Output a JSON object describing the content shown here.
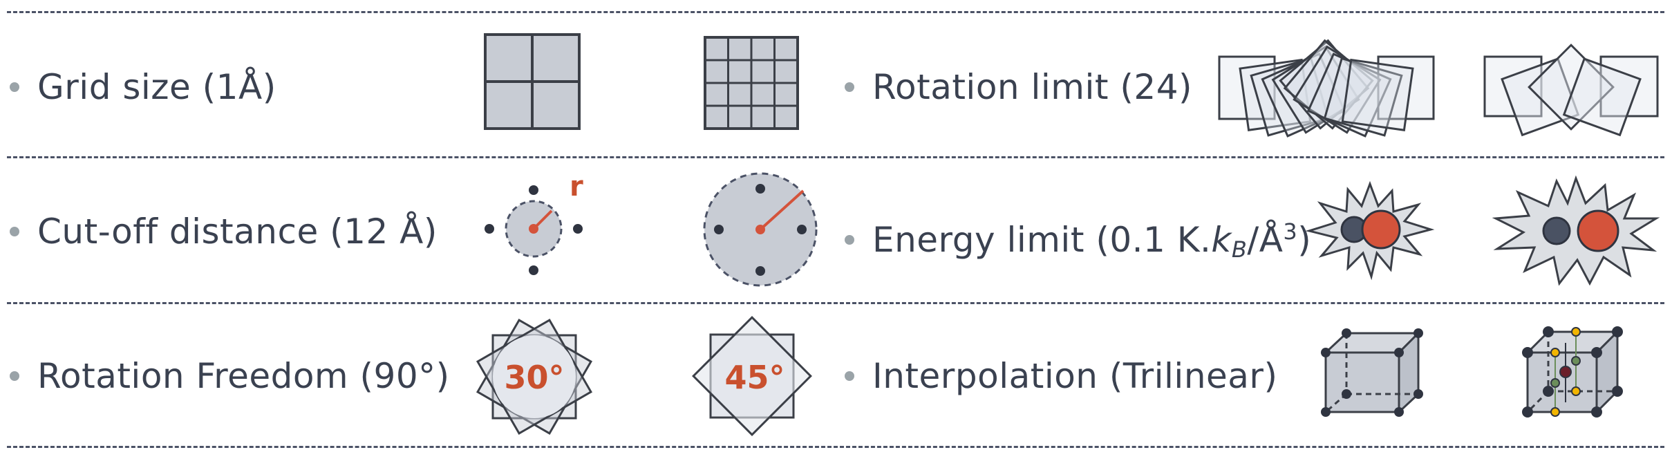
{
  "rows": [
    {
      "left_label": "Grid size (1Å)",
      "right_label": "Rotation limit (24)"
    },
    {
      "left_label": "Cut-off distance (12 Å)",
      "left_radius_label": "r",
      "right_label_prefix": "Energy limit (0.1 K.",
      "right_label_k": "k",
      "right_label_sub": "B",
      "right_label_unit": "/Å",
      "right_label_sup": "3",
      "right_label_suffix": ")"
    },
    {
      "left_label": "Rotation Freedom (90°)",
      "left_angle_small": "30°",
      "left_angle_large": "45°",
      "right_label": "Interpolation (Trilinear)"
    }
  ],
  "colors": {
    "accent": "#d4533b",
    "shape_fill": "#c8ccd4",
    "shape_stroke": "#3b3f47",
    "dot_dark": "#2f3440",
    "dot_yellow": "#f2b500",
    "dot_green": "#6b8e5a",
    "dot_red_dark": "#6b1f2a"
  }
}
